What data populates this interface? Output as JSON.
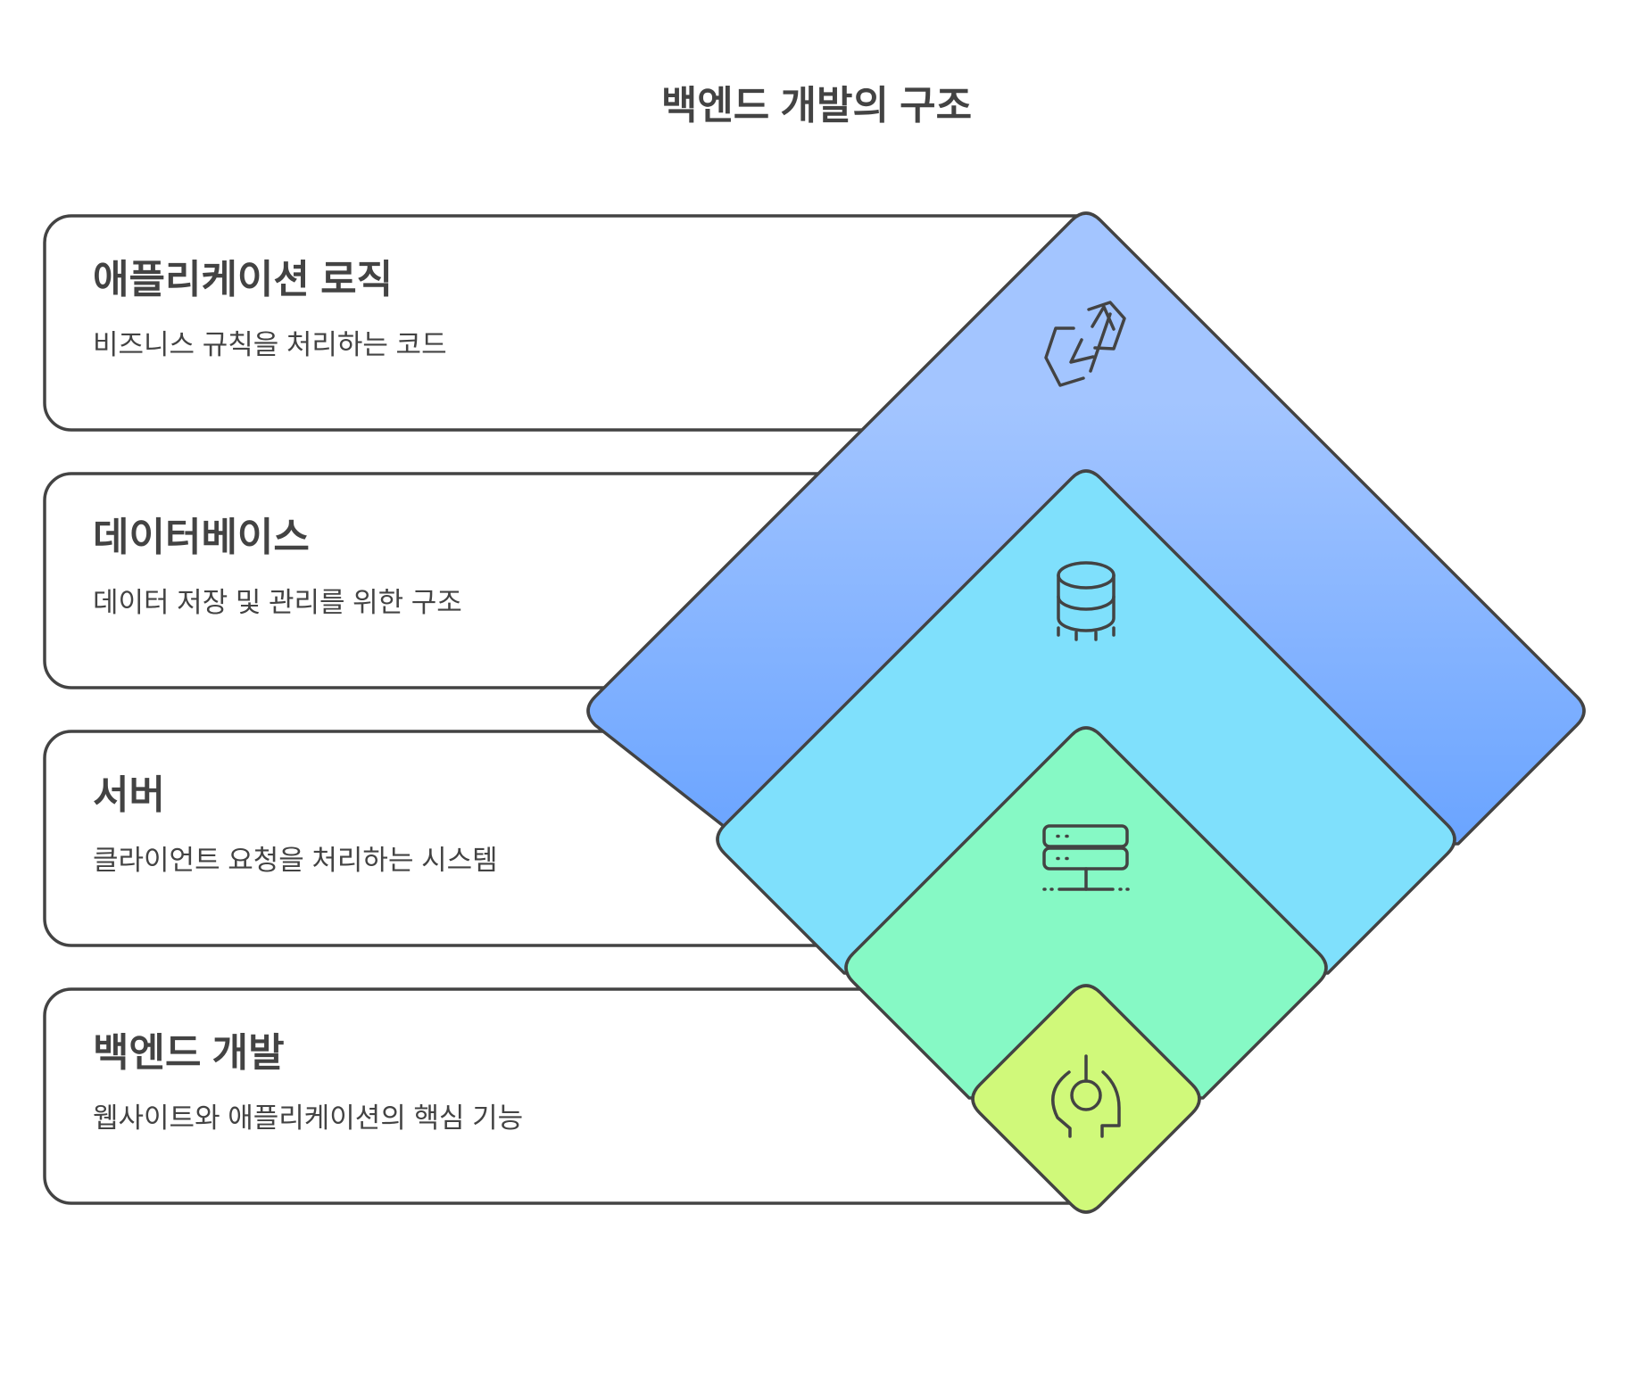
{
  "title": "백엔드 개발의 구조",
  "layers": [
    {
      "title": "애플리케이션 로직",
      "description": "비즈니스 규칙을 처리하는 코드",
      "icon": "code-refresh-icon",
      "colors": [
        "#a3c5ff",
        "#6aa4ff"
      ]
    },
    {
      "title": "데이터베이스",
      "description": "데이터 저장 및 관리를 위한 구조",
      "icon": "database-icon",
      "colors": [
        "#7fe0fc",
        "#7fe0fc"
      ]
    },
    {
      "title": "서버",
      "description": "클라이언트 요청을 처리하는 시스템",
      "icon": "server-icon",
      "colors": [
        "#86f9c5",
        "#86f9c5"
      ]
    },
    {
      "title": "백엔드 개발",
      "description": "웹사이트와 애플리케이션의 핵심 기능",
      "icon": "power-core-icon",
      "colors": [
        "#d0f97a",
        "#d0f97a"
      ]
    }
  ]
}
